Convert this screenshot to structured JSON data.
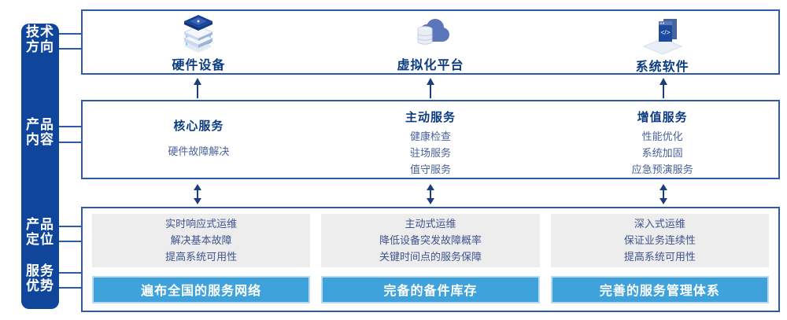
{
  "sidebar": {
    "items": [
      {
        "label": "技术\n方向"
      },
      {
        "label": "产品\n内容"
      },
      {
        "label": "产品\n定位"
      },
      {
        "label": "服务\n优势"
      }
    ]
  },
  "tech_row": {
    "columns": [
      {
        "icon": "hardware-stack-icon",
        "label": "硬件设备"
      },
      {
        "icon": "cloud-database-icon",
        "label": "虚拟化平台"
      },
      {
        "icon": "code-window-icon",
        "label": "系统软件"
      }
    ]
  },
  "content_row": {
    "columns": [
      {
        "title": "核心服务",
        "items": [
          "硬件故障解决"
        ]
      },
      {
        "title": "主动服务",
        "items": [
          "健康检查",
          "驻场服务",
          "值守服务"
        ]
      },
      {
        "title": "增值服务",
        "items": [
          "性能优化",
          "系统加固",
          "应急预演服务"
        ]
      }
    ]
  },
  "bottom_row": {
    "columns": [
      {
        "positioning": [
          "实时响应式运维",
          "解决基本故障",
          "提高系统可用性"
        ],
        "advantage": "遍布全国的服务网络"
      },
      {
        "positioning": [
          "主动式运维",
          "降低设备突发故障概率",
          "关键时间点的服务保障"
        ],
        "advantage": "完备的备件库存"
      },
      {
        "positioning": [
          "深入式运维",
          "保证业务连续性",
          "提高系统可用性"
        ],
        "advantage": "完善的服务管理体系"
      }
    ]
  },
  "colors": {
    "sidebar_bg": "#0f469c",
    "panel_border": "#2e5ba9",
    "title_text": "#0c3c80",
    "body_text": "#49619b",
    "gray_box_bg": "#ededed",
    "banner_bg": "#3fa2da",
    "arrow": "#1c3e7d"
  }
}
